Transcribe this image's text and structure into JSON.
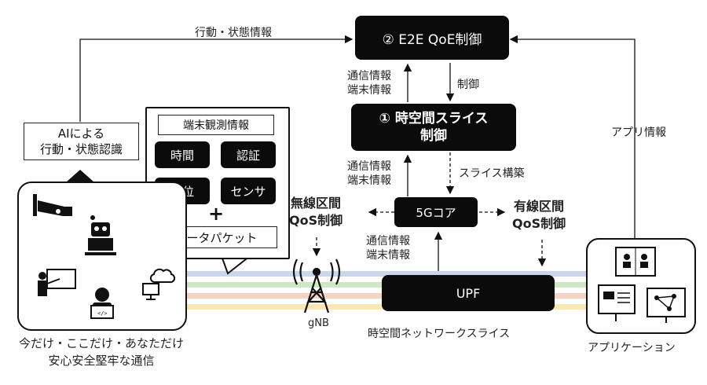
{
  "qoe_box": {
    "label": "② E2E QoE制御"
  },
  "slice_box": {
    "line1": "① 時空間スライス",
    "line2": "制御"
  },
  "core_box": {
    "label": "5Gコア"
  },
  "upf_box": {
    "label": "UPF"
  },
  "ai_box": {
    "line1": "AIによる",
    "line2": "行動・状態認識"
  },
  "terminal": {
    "title": "端末観測情報",
    "tiles": [
      "時間",
      "認証",
      "測位",
      "センサ"
    ],
    "plus": "+",
    "packet": "データパケット"
  },
  "labels": {
    "behavior_info": "行動・状態情報",
    "comm_info_1": "通信情報",
    "term_info_1": "端末情報",
    "control": "制御",
    "comm_info_2": "通信情報",
    "term_info_2": "端末情報",
    "slice_build": "スライス構築",
    "comm_info_3": "通信情報",
    "term_info_3": "端末情報",
    "wireless_1": "無線区間",
    "wireless_2": "QoS制御",
    "wired_1": "有線区間",
    "wired_2": "QoS制御",
    "app_info": "アプリ情報",
    "gnb": "gNB",
    "network_slice": "時空間ネットワークスライス",
    "application": "アプリケーション",
    "bottom_1": "今だけ・ここだけ・あなただけ",
    "bottom_2": "安心安全堅牢な通信"
  },
  "slice_colors": [
    "#c9d6ee",
    "#cfe8c4",
    "#f6d2c2",
    "#fbe8b0"
  ],
  "icons": [
    "camera-icon",
    "robot-icon",
    "teacher-icon",
    "person-laptop-icon",
    "cloud-pc-icon",
    "antenna-tower-icon",
    "video-call-icon",
    "network-monitor-icon"
  ]
}
